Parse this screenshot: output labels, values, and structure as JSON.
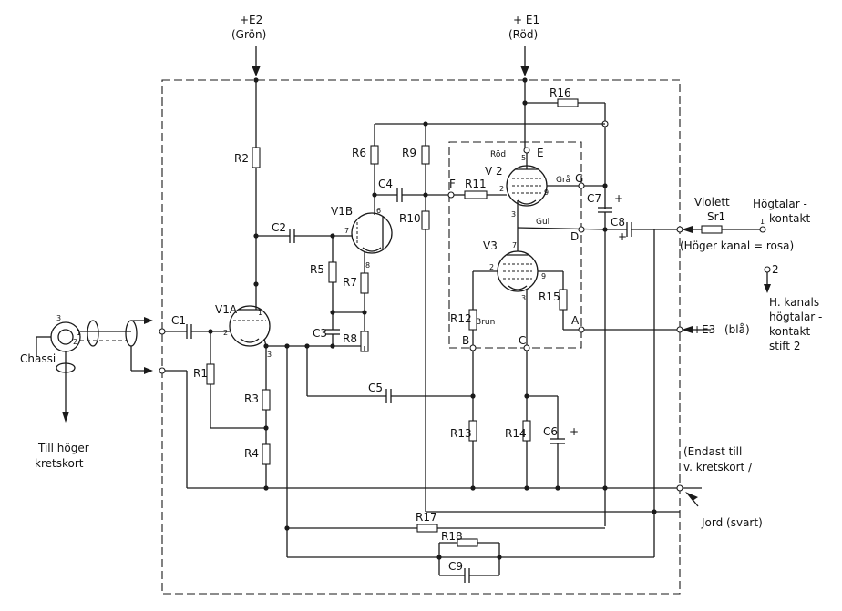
{
  "supplies": {
    "e2": "+E2",
    "e2_color": "(Grön)",
    "e1": "+ E1",
    "e1_color": "(Röd)",
    "e3": "+E3",
    "e3_color": "(blå)"
  },
  "tubes": {
    "v1a": "V1A",
    "v1b": "V1B",
    "v2": "V 2",
    "v3": "V3"
  },
  "resistors": {
    "r1": "R1",
    "r2": "R2",
    "r3": "R3",
    "r4": "R4",
    "r5": "R5",
    "r6": "R6",
    "r7": "R7",
    "r8": "R8",
    "r9": "R9",
    "r10": "R10",
    "r11": "R11",
    "r12": "R12",
    "r13": "R13",
    "r14": "R14",
    "r15": "R15",
    "r16": "R16",
    "r17": "R17",
    "r18": "R18"
  },
  "capacitors": {
    "c1": "C1",
    "c2": "C2",
    "c3": "C3",
    "c4": "C4",
    "c5": "C5",
    "c6": "C6",
    "c7": "C7",
    "c8": "C8",
    "c9": "C9"
  },
  "plus_signs": {
    "c6": "+",
    "c7": "+",
    "c8": "+"
  },
  "nodes": {
    "a": "A",
    "b": "B",
    "c": "C",
    "d": "D",
    "e": "E",
    "f": "F",
    "g": "G"
  },
  "wire_colors": {
    "rod": "Röd",
    "gron": "Grå",
    "gul": "Gul",
    "brun": "Brun"
  },
  "pins": {
    "v1a_1": "1",
    "v1a_2": "2",
    "v1a_3": "3",
    "v1b_6": "6",
    "v1b_7": "7",
    "v1b_8": "8",
    "v2_2": "2",
    "v2_3": "3",
    "v2_5": "5",
    "v2_9": "9",
    "v3_2": "2",
    "v3_3": "3",
    "v3_7": "7",
    "v3_9": "9",
    "jack_3": "3",
    "jack_2": "2",
    "jack_1": "1",
    "out_1": "1",
    "out_2": "2"
  },
  "labels": {
    "sr1": "Sr1",
    "violett": "Violett",
    "hogtalar_kontakt": [
      "Högtalar -",
      "kontakt"
    ],
    "hoger_kanal": "(Höger kanal = rosa)",
    "h_kanals": [
      "H. kanals",
      "högtalar -",
      "kontakt",
      "stift 2"
    ],
    "endast": [
      "(Endast till",
      "v. kretskort /"
    ],
    "jord": "Jord (svart)",
    "chassi": "Chassi",
    "till_hoger": [
      "Till höger",
      "kretskort"
    ]
  },
  "colors": {
    "ink": "#1a1a1a",
    "paper": "#ffffff"
  }
}
